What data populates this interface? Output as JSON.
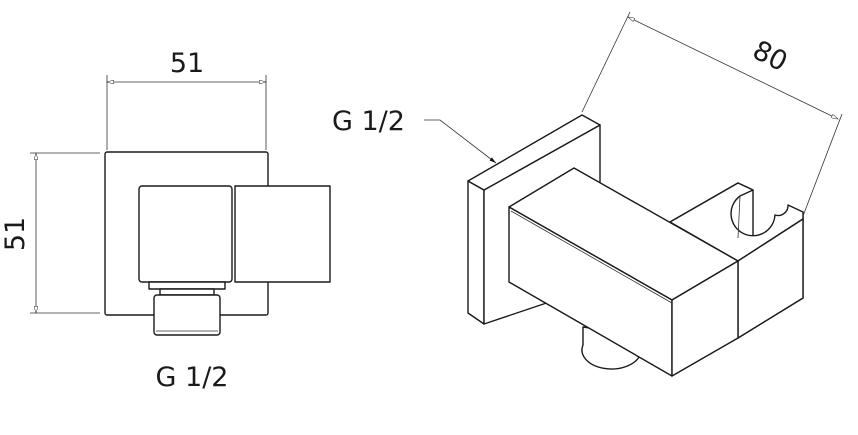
{
  "front_view": {
    "width_dimension": "51",
    "height_dimension": "51",
    "thread_label": "G 1/2"
  },
  "iso_view": {
    "length_dimension": "80",
    "thread_label": "G 1/2"
  },
  "colors": {
    "line": "#1a1a1a",
    "background": "#ffffff"
  }
}
